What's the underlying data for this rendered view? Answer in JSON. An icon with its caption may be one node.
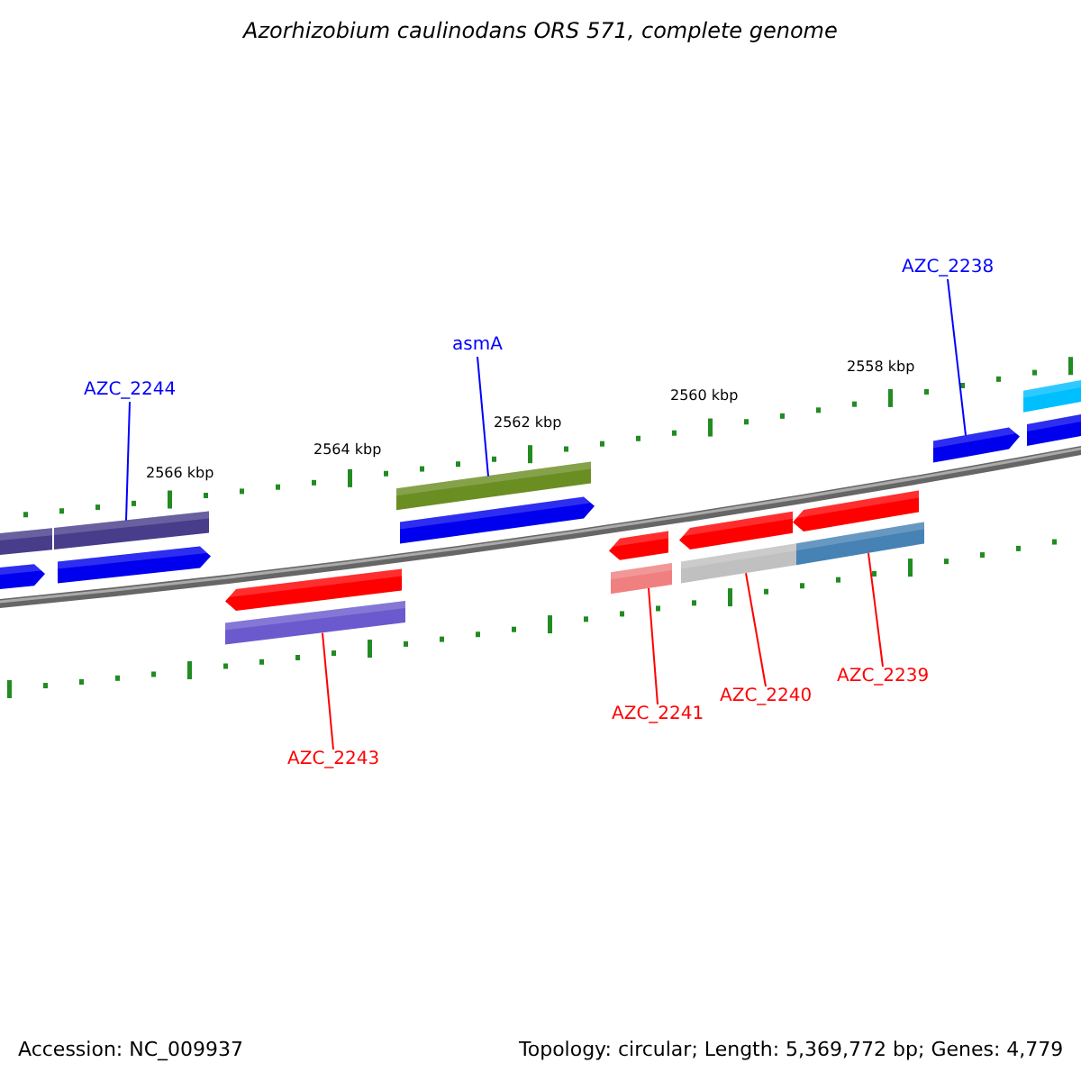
{
  "diagram": {
    "title": "Azorhizobium caulinodans ORS 571, complete genome",
    "nodes": [
      {
        "text": [
          "AZC_2244"
        ]
      },
      {
        "text": [],
        "shape": "bar"
      },
      {
        "text": [
          "asmA"
        ]
      },
      {
        "text": [],
        "shape": "bar"
      },
      {
        "text": [
          "AZC_2238"
        ]
      },
      {
        "text": [],
        "shape": "arrow"
      },
      {
        "text": [
          "AZC_2243"
        ]
      },
      {
        "text": [],
        "shape": "bar"
      },
      {
        "text": [
          "AZC_2241"
        ]
      },
      {
        "text": [],
        "shape": "bar"
      },
      {
        "text": [
          "AZC_2240"
        ]
      },
      {
        "text": [],
        "shape": "bar"
      },
      {
        "text": [
          "AZC_2239"
        ]
      },
      {
        "text": [],
        "shape": "bar"
      },
      {
        "text": [],
        "shape": "bar"
      },
      {
        "text": [],
        "shape": "arrow"
      },
      {
        "text": [],
        "shape": "arrow"
      },
      {
        "text": [],
        "shape": "arrow"
      },
      {
        "text": [],
        "shape": "arrow"
      },
      {
        "text": [],
        "shape": "arrow"
      },
      {
        "text": [],
        "shape": "arrow"
      },
      {
        "text": [],
        "shape": "arrow"
      },
      {
        "text": [],
        "shape": "bar"
      },
      {
        "text": [],
        "shape": "arrow"
      }
    ],
    "edges": [
      {
        "from": 0,
        "to": 1,
        "arrow": "none",
        "color": "#0000ff"
      },
      {
        "from": 2,
        "to": 3,
        "arrow": "none",
        "color": "#0000ff"
      },
      {
        "from": 4,
        "to": 5,
        "arrow": "none",
        "color": "#0000ff"
      },
      {
        "from": 6,
        "to": 7,
        "arrow": "none"
      },
      {
        "from": 8,
        "to": 9,
        "arrow": "none"
      },
      {
        "from": 10,
        "to": 11,
        "arrow": "none"
      },
      {
        "from": 12,
        "to": 13,
        "arrow": "none"
      }
    ],
    "labels": [
      "2566 kbp",
      "2564 kbp",
      "2562 kbp",
      "2560 kbp",
      "2558 kbp",
      "Accession: NC_009937",
      "Topology: circular; Length: 5,369,772 bp; Genes: 4,779"
    ]
  }
}
